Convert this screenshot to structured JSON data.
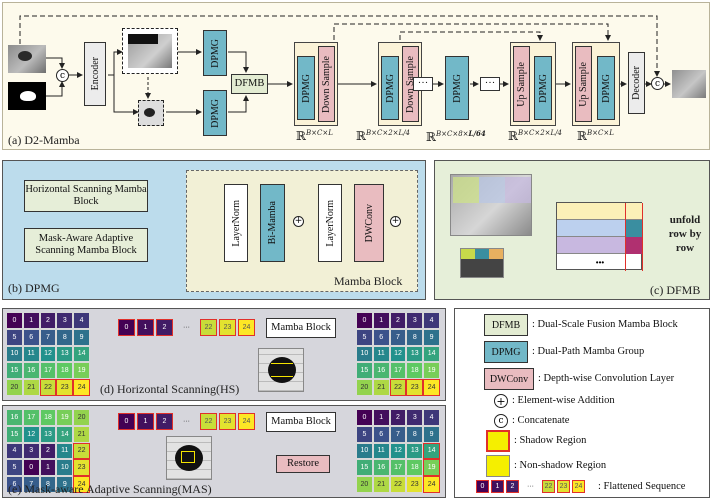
{
  "top": {
    "caption": "(a) D2-Mamba",
    "encoder": "Encoder",
    "decoder": "Decoder",
    "dpmg": "DPMG",
    "dfmb": "DFMB",
    "down_sample": "Down Sample",
    "up_sample": "Up Sample",
    "ellipsis": "···",
    "dims": [
      "B×C×L",
      "B×C×2×L/4",
      "B×C×8×L/64",
      "B×C×2×L/4",
      "B×C×L"
    ],
    "dims_parts": [
      {
        "base": "B×C×L",
        "frac": ""
      },
      {
        "base": "B×C×2×",
        "frac": "L/4"
      },
      {
        "base": "B×C×8×",
        "frac": "L/64"
      },
      {
        "base": "B×C×2×",
        "frac": "L/4"
      },
      {
        "base": "B×C×L",
        "frac": ""
      }
    ],
    "real_symbol": "ℝ"
  },
  "dpmg_panel": {
    "caption": "(b)  DPMG",
    "hs_block": "Horizontal Scanning Mamba Block",
    "mas_block": "Mask-Aware Adaptive Scanning Mamba Block",
    "mamba_block_title": "Mamba Block",
    "layernorm": "LayerNorm",
    "bimamba": "Bi-Mamba",
    "dwconv": "DWConv"
  },
  "dfmb_panel": {
    "caption": "(c) DFMB",
    "unfold_text": "unfold row by row",
    "dots": "•••"
  },
  "hs_panel": {
    "caption": "(d)  Horizontal Scanning(HS)",
    "mamba_block": "Mamba Block",
    "grid": [
      [
        0,
        1,
        2,
        3,
        4
      ],
      [
        5,
        6,
        7,
        8,
        9
      ],
      [
        10,
        11,
        12,
        13,
        14
      ],
      [
        15,
        16,
        17,
        18,
        19
      ],
      [
        20,
        21,
        22,
        23,
        24
      ]
    ],
    "seq_start": [
      "0",
      "1",
      "2"
    ],
    "seq_end": [
      "22",
      "23",
      "24"
    ],
    "ellipsis": "···"
  },
  "mas_panel": {
    "caption": "(e) Mask-aware Adaptive Scanning(MAS)",
    "mamba_block": "Mamba Block",
    "restore": "Restore",
    "grid_in": [
      [
        16,
        17,
        18,
        19,
        20
      ],
      [
        15,
        12,
        13,
        14,
        21
      ],
      [
        4,
        3,
        2,
        11,
        22
      ],
      [
        5,
        0,
        1,
        10,
        23
      ],
      [
        6,
        7,
        8,
        9,
        24
      ]
    ],
    "grid_out": [
      [
        0,
        1,
        2,
        3,
        4
      ],
      [
        5,
        6,
        7,
        8,
        9
      ],
      [
        10,
        11,
        12,
        13,
        14
      ],
      [
        15,
        16,
        17,
        18,
        19
      ],
      [
        20,
        21,
        22,
        23,
        24
      ]
    ],
    "seq_start": [
      "0",
      "1",
      "2"
    ],
    "seq_end": [
      "22",
      "23",
      "24"
    ],
    "ellipsis": "···"
  },
  "legend": {
    "items": [
      {
        "key": "DFMB",
        "text": ": Dual-Scale Fusion Mamba Block"
      },
      {
        "key": "DPMG",
        "text": ": Dual-Path Mamba Group"
      },
      {
        "key": "DWConv",
        "text": ": Depth-wise Convolution Layer"
      },
      {
        "key": "+",
        "text": ": Element-wise Addition"
      },
      {
        "key": "c",
        "text": ": Concatenate"
      },
      {
        "key": "",
        "text": ": Shadow Region"
      },
      {
        "key": "",
        "text": ": Non-shadow Region"
      }
    ],
    "flat_text": ": Flattened Sequence",
    "flat_start": [
      "0",
      "1",
      "2"
    ],
    "flat_end": [
      "22",
      "23",
      "24"
    ],
    "ellipsis": "···"
  },
  "colors": {
    "dpmg": "#72b8c8",
    "dfmb": "#e3ecd2",
    "samp": "#e9bcc0",
    "panel_a_bg": "#fdfaec",
    "panel_b_bg": "#bcdcec",
    "panel_c_bg": "#e6efd9",
    "panel_d_bg": "#d6d6dc",
    "shadow_border": "#e0302a",
    "nonshadow": "#f5ef00"
  }
}
